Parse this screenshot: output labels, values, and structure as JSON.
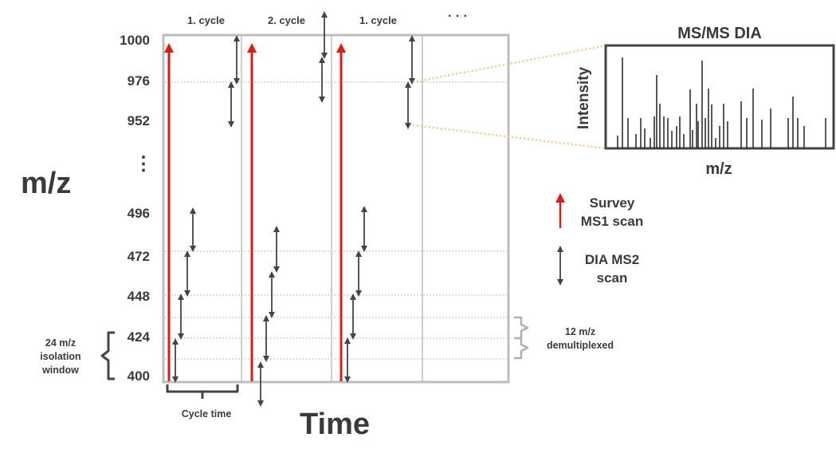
{
  "diagram": {
    "y_axis_label": "m/z",
    "x_axis_label": "Time",
    "y_tick_labels": [
      "1000",
      "976",
      "952",
      "⋮",
      "496",
      "472",
      "448",
      "424",
      "400"
    ],
    "cycle_labels": [
      "1. cycle",
      "2. cycle",
      "1. cycle",
      "· · ·"
    ],
    "isolation_window_label": [
      "24 m/z",
      "isolation",
      "window"
    ],
    "cycle_time_label": "Cycle time",
    "demultiplexed_label": [
      "12 m/z",
      "demultiplexed"
    ],
    "legend": {
      "survey": [
        "Survey",
        "MS1 scan"
      ],
      "dia": [
        "DIA MS2",
        "scan"
      ]
    },
    "inset": {
      "title": "MS/MS DIA",
      "y_label": "Intensity",
      "x_label": "m/z"
    },
    "colors": {
      "survey_arrow": "#dd1c1a",
      "dia_arrow": "#444444",
      "frame": "#bdbdbd",
      "dotted_connector": "#f2c98a"
    }
  }
}
